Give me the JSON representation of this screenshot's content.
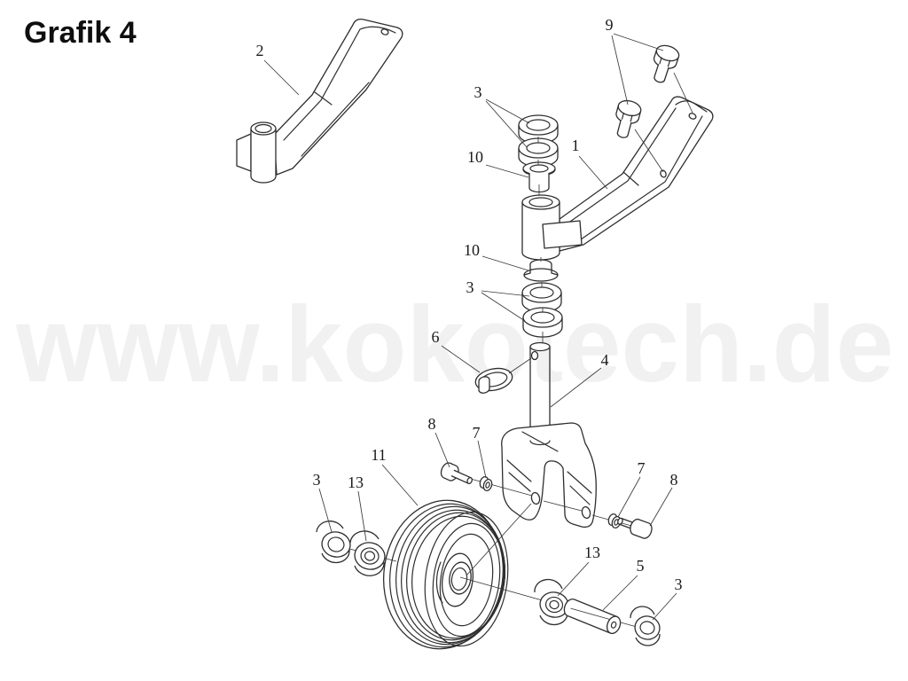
{
  "title": "Grafik 4",
  "watermark": "www.kokotech.de",
  "callouts": [
    {
      "text": "2"
    },
    {
      "text": "9"
    },
    {
      "text": "3"
    },
    {
      "text": "1"
    },
    {
      "text": "10"
    },
    {
      "text": "10"
    },
    {
      "text": "3"
    },
    {
      "text": "6"
    },
    {
      "text": "4"
    },
    {
      "text": "8"
    },
    {
      "text": "7"
    },
    {
      "text": "11"
    },
    {
      "text": "7"
    },
    {
      "text": "8"
    },
    {
      "text": "3"
    },
    {
      "text": "13"
    },
    {
      "text": "13"
    },
    {
      "text": "5"
    },
    {
      "text": "3"
    }
  ]
}
